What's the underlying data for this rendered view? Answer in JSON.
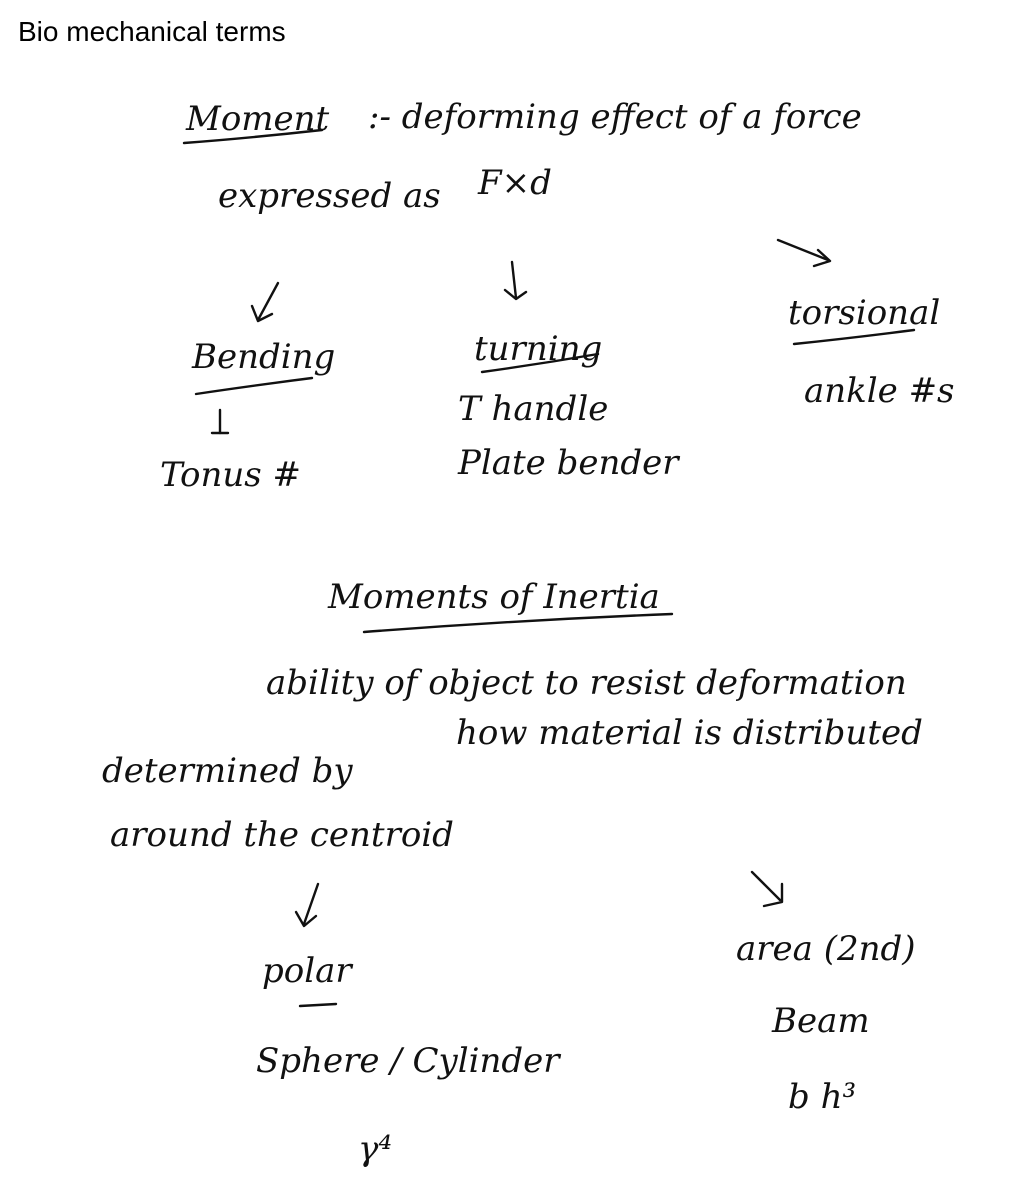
{
  "title": "Bio mechanical terms",
  "notes": {
    "moment_heading": "Moment",
    "moment_definition": ":- deforming effect of a force",
    "expressed_as": "expressed as",
    "formula": "F×d",
    "bending": "Bending",
    "bending_example": "Tonus #",
    "turning": "turning",
    "turning_example_1": "T handle",
    "turning_example_2": "Plate bender",
    "torsional": "torsional",
    "torsional_example": "ankle #s",
    "inertia_heading": "Moments of Inertia",
    "inertia_line_1": "ability of object to resist deformation",
    "inertia_line_2a": "determined by",
    "inertia_line_2b": "how material is distributed",
    "inertia_line_3": "around the centroid",
    "polar": "polar",
    "polar_example": "Sphere / Cylinder",
    "polar_formula": "γ⁴",
    "area": "area (2nd)",
    "area_example": "Beam",
    "area_formula": "b h³"
  }
}
